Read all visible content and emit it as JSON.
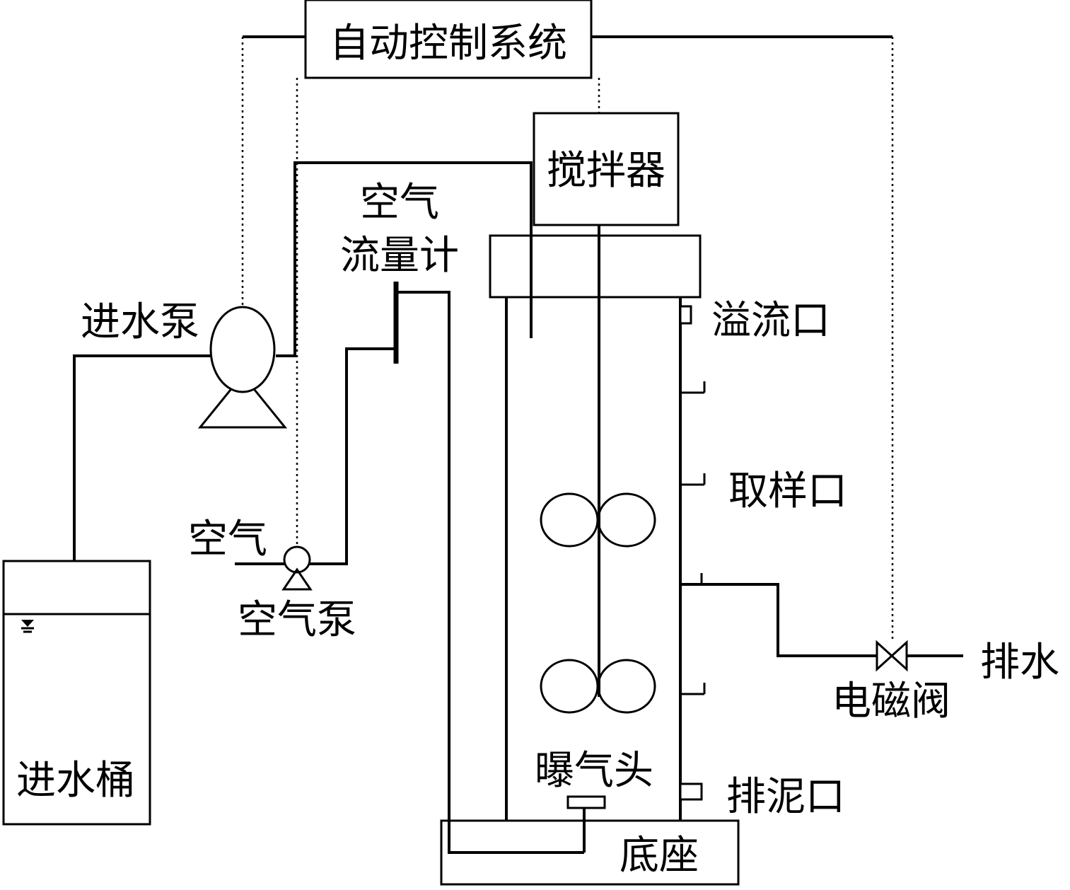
{
  "labels": {
    "control_system": "自动控制系统",
    "stirrer": "搅拌器",
    "air_flowmeter_line1": "空气",
    "air_flowmeter_line2": "流量计",
    "feed_pump": "进水泵",
    "air_inlet": "空气",
    "air_pump": "空气泵",
    "feed_tank": "进水桶",
    "overflow_port": "溢流口",
    "sampling_port": "取样口",
    "drain": "排水",
    "solenoid_valve": "电磁阀",
    "aerator": "曝气头",
    "sludge_port": "排泥口",
    "base": "底座"
  }
}
